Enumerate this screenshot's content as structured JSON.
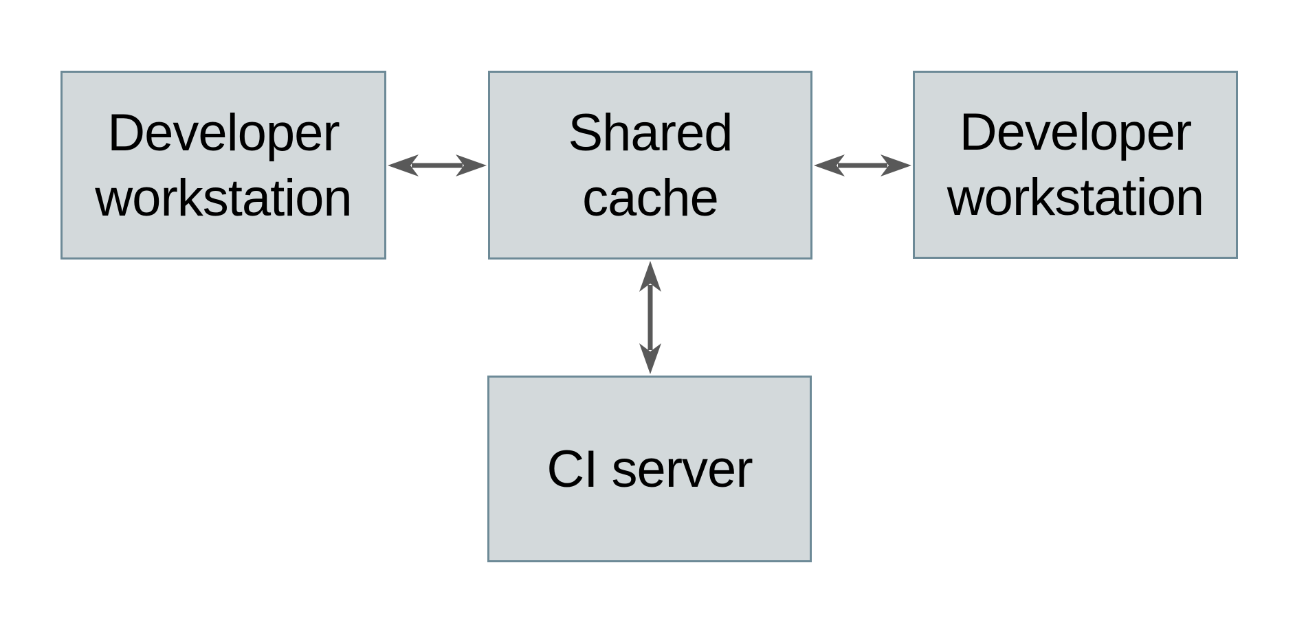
{
  "diagram": {
    "type": "architecture-flow",
    "nodes": [
      {
        "id": "developer-workstation-left",
        "label": "Developer workstation",
        "lines": [
          "Developer",
          "workstation"
        ]
      },
      {
        "id": "shared-cache",
        "label": "Shared cache",
        "lines": [
          "Shared",
          "cache"
        ]
      },
      {
        "id": "developer-workstation-right",
        "label": "Developer workstation",
        "lines": [
          "Developer",
          "workstation"
        ]
      },
      {
        "id": "ci-server",
        "label": "CI server",
        "lines": [
          "CI server"
        ]
      }
    ],
    "edges": [
      {
        "from": "developer-workstation-left",
        "to": "shared-cache",
        "direction": "bidirectional"
      },
      {
        "from": "shared-cache",
        "to": "developer-workstation-right",
        "direction": "bidirectional"
      },
      {
        "from": "shared-cache",
        "to": "ci-server",
        "direction": "bidirectional"
      }
    ],
    "colors": {
      "node_fill": "#d3d9db",
      "node_border": "#6d8a97",
      "arrow": "#595959",
      "text": "#000000",
      "background": "#ffffff"
    }
  }
}
